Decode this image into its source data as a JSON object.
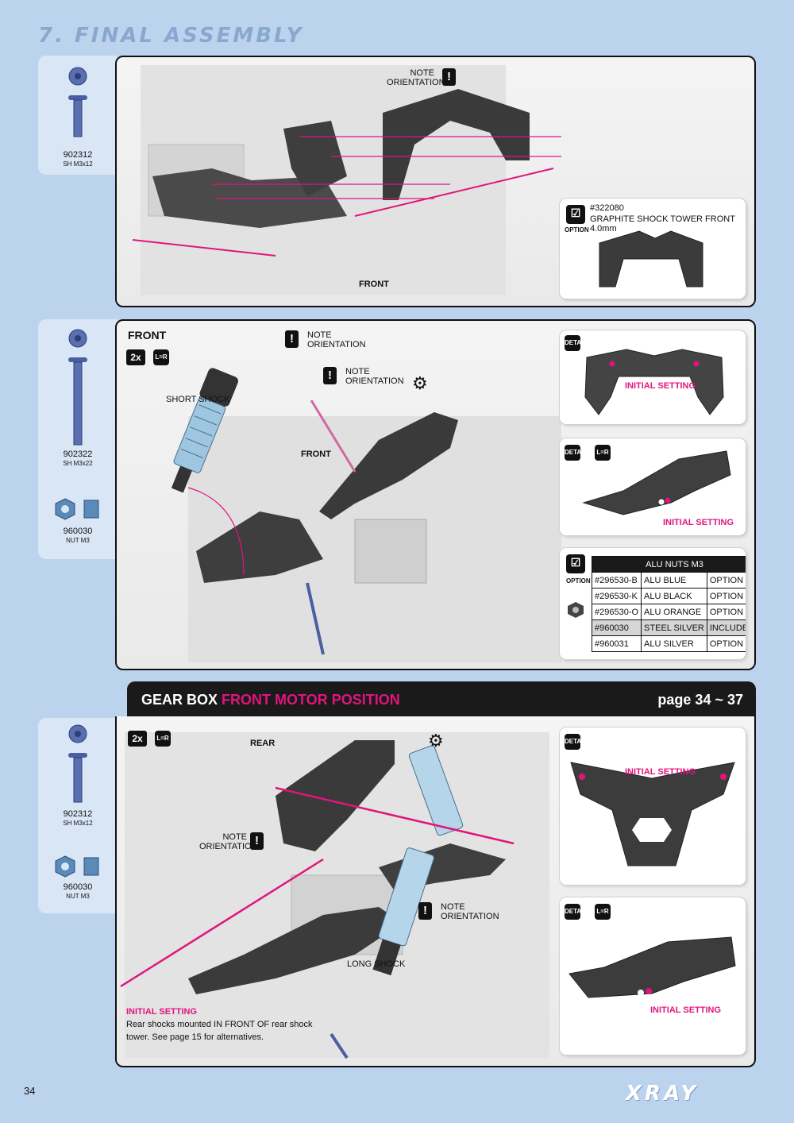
{
  "page_title": "7. FINAL ASSEMBLY",
  "page_number": "34",
  "brand": "XRAY",
  "step1": {
    "parts": [
      {
        "code": "902312",
        "desc": "SH M3x12"
      }
    ],
    "note": [
      "NOTE",
      "ORIENTATION"
    ],
    "front_label": "FRONT",
    "option": {
      "icon_label": "OPTION",
      "part": "#322080",
      "name": "GRAPHITE SHOCK TOWER FRONT 4.0mm"
    }
  },
  "step2": {
    "parts": [
      {
        "code": "902322",
        "desc": "SH M3x22"
      },
      {
        "code": "960030",
        "desc": "NUT M3"
      }
    ],
    "heading": "FRONT",
    "qty": "2x",
    "lr": "L=R",
    "short_shock": "SHORT SHOCK",
    "note1": [
      "NOTE",
      "ORIENTATION"
    ],
    "note2": [
      "NOTE",
      "ORIENTATION"
    ],
    "front_label": "FRONT",
    "detail_label": "DETAIL",
    "initial_setting": "INITIAL SETTING",
    "option_label": "OPTION",
    "nuts_table": {
      "title": "ALU NUTS M3",
      "rows": [
        [
          "#296530-B",
          "ALU BLUE",
          "OPTION"
        ],
        [
          "#296530-K",
          "ALU BLACK",
          "OPTION"
        ],
        [
          "#296530-O",
          "ALU ORANGE",
          "OPTION"
        ],
        [
          "#960030",
          "STEEL SILVER",
          "INCLUDED"
        ],
        [
          "#960031",
          "ALU SILVER",
          "OPTION"
        ]
      ]
    }
  },
  "section_band": {
    "left_white": "GEAR BOX",
    "left_pink": "FRONT MOTOR POSITION",
    "right": "page 34 ~ 37"
  },
  "step3": {
    "parts": [
      {
        "code": "902312",
        "desc": "SH M3x12"
      },
      {
        "code": "960030",
        "desc": "NUT M3"
      }
    ],
    "qty": "2x",
    "lr": "L=R",
    "rear_label": "REAR",
    "note1": [
      "NOTE",
      "ORIENTATION"
    ],
    "note2": [
      "NOTE",
      "ORIENTATION"
    ],
    "long_shock": "LONG SHOCK",
    "initial_setting": "INITIAL SETTING",
    "caption": [
      "Rear shocks mounted IN FRONT OF rear shock",
      "tower.   See page 15 for alternatives."
    ],
    "detail_label": "DETAIL"
  },
  "colors": {
    "background": "#bcd3ee",
    "accent": "#e0157c",
    "panel_border": "#111111"
  }
}
